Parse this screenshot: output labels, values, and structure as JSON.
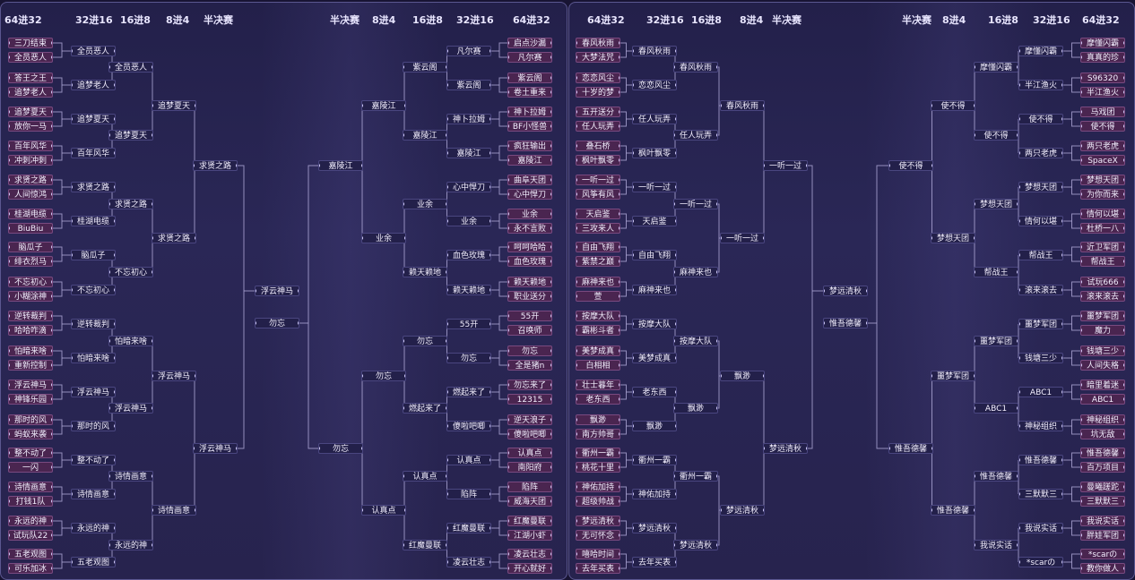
{
  "rounds": [
    "64进32",
    "32进16",
    "16进8",
    "8进4",
    "半决赛",
    "半决赛",
    "8进4",
    "16进8",
    "32进16",
    "64进32"
  ],
  "panels": [
    {
      "left": {
        "r64": [
          "三刀结束",
          "全员恶人",
          "答王之王",
          "追梦老人",
          "追梦夏天",
          "放你一马",
          "百年风华",
          "冲刺冲刺",
          "求贤之路",
          "人间惊鸿",
          "桂湖电缆",
          "BiuBiu",
          "脑瓜子",
          "绯衣烈马",
          "不忘初心",
          "小糊涂神",
          "逆转裁判",
          "哈哈咋滴",
          "怕暗来啥",
          "重新控制",
          "浮云神马",
          "神锋乐园",
          "那时的风",
          "蚂蚁来袭",
          "整不动了",
          "一闪",
          "诗情画意",
          "打钱1队",
          "永远的神",
          "试玩队22",
          "五老观图",
          "可乐加冰"
        ],
        "r32": [
          "全员恶人",
          "追梦老人",
          "追梦夏天",
          "百年风华",
          "求贤之路",
          "桂湖电缆",
          "脑瓜子",
          "不忘初心",
          "逆转裁判",
          "怕暗来啥",
          "浮云神马",
          "那时的风",
          "整不动了",
          "诗情画意",
          "永远的神",
          "五老观图"
        ],
        "r16": [
          "全员恶人",
          "追梦夏天",
          "求贤之路",
          "不忘初心",
          "怕暗来啥",
          "浮云神马",
          "诗情画意",
          "永远的神"
        ],
        "r8": [
          "追梦夏天",
          "求贤之路",
          "浮云神马",
          "诗情画意"
        ],
        "r4": [
          "求贤之路",
          "浮云神马"
        ],
        "sf": [
          "浮云神马",
          "勿忘"
        ]
      },
      "right": {
        "r64": [
          "启点沙漏",
          "凡尔赛",
          "紫云阁",
          "卷土重来",
          "神卜拉姆",
          "BF小怪兽",
          "疯狂输出",
          "嘉陵江",
          "曲阜天团",
          "心中悍刀",
          "业余",
          "永不言败",
          "呵呵哈哈",
          "血色玫瑰",
          "赖天赖地",
          "职业送分",
          "55开",
          "召唤师",
          "勿忘",
          "全是猪n",
          "勿忘来了",
          "12315",
          "逆天浪子",
          "傻啦吧唧",
          "认真点",
          "南阳府",
          "陷阵",
          "威海天团",
          "红魔曼联",
          "江湖小虾",
          "凌云壮志",
          "开心就好"
        ],
        "r32": [
          "凡尔赛",
          "紫云阁",
          "神卜拉姆",
          "嘉陵江",
          "心中悍刀",
          "业余",
          "血色玫瑰",
          "赖天赖地",
          "55开",
          "勿忘",
          "燃起来了",
          "傻啦吧唧",
          "认真点",
          "陷阵",
          "红魔曼联",
          "凌云壮志"
        ],
        "r16": [
          "紫云阁",
          "嘉陵江",
          "业余",
          "赖天赖地",
          "勿忘",
          "燃起来了",
          "认真点",
          "红魔曼联"
        ],
        "r8": [
          "嘉陵江",
          "业余",
          "勿忘",
          "认真点"
        ],
        "r4": [
          "嘉陵江",
          "勿忘"
        ]
      }
    },
    {
      "left": {
        "r64": [
          "春风秋雨",
          "大梦法咒",
          "恋恋风尘",
          "十岁的梦",
          "五开送分",
          "任人玩弄",
          "叠石桥",
          "枫叶飘零",
          "一听一过",
          "风筝有风",
          "天启鉴",
          "三攻来人",
          "自由飞翔",
          "紫禁之巅",
          "麻神来也",
          "萱",
          "按摩大队",
          "霸彬斗者",
          "美梦成真",
          "白相相",
          "壮士暮年",
          "老东西",
          "飘渺",
          "南方帅哥",
          "衢州一霸",
          "桃花十里",
          "神佑加持",
          "超级帅战",
          "梦远清秋",
          "无可怀念",
          "嘻哈时间",
          "去年买表"
        ],
        "r32": [
          "春风秋雨",
          "恋恋风尘",
          "任人玩弄",
          "枫叶飘零",
          "一听一过",
          "天启鉴",
          "自由飞翔",
          "麻神来也",
          "按摩大队",
          "美梦成真",
          "老东西",
          "飘渺",
          "衢州一霸",
          "神佑加持",
          "梦远清秋",
          "去年买表"
        ],
        "r16": [
          "春风秋雨",
          "任人玩弄",
          "一听一过",
          "麻神来也",
          "按摩大队",
          "飘渺",
          "衢州一霸",
          "梦远清秋"
        ],
        "r8": [
          "春风秋雨",
          "一听一过",
          "飘渺",
          "梦远清秋"
        ],
        "r4": [
          "一听一过",
          "梦远清秋"
        ],
        "sf": [
          "梦远清秋",
          "惟吾德馨"
        ]
      },
      "right": {
        "r64": [
          "摩懂闪霸",
          "真真的珍",
          "S96320",
          "半江渔火",
          "马戏团",
          "使不得",
          "两只老虎",
          "SpaceX",
          "梦想天团",
          "为你而来",
          "情何以堪",
          "杜桥一八",
          "近卫军团",
          "帮战王",
          "试玩666",
          "滚来滚去",
          "噩梦军团",
          "魔力",
          "钱塘三少",
          "人间失格",
          "暗里着迷",
          "ABC1",
          "神秘组织",
          "坑无敌",
          "惟吾德馨",
          "百万项目",
          "曼曦蹉跎",
          "三默默三",
          "我说实话",
          "胖娃军团",
          "*scarの",
          "教你做人"
        ],
        "r32": [
          "摩懂闪霸",
          "半江渔火",
          "使不得",
          "两只老虎",
          "梦想天团",
          "情何以堪",
          "帮战王",
          "滚来滚去",
          "噩梦军团",
          "钱塘三少",
          "ABC1",
          "神秘组织",
          "惟吾德馨",
          "三默默三",
          "我说实话",
          "*scarの"
        ],
        "r16": [
          "摩懂闪霸",
          "使不得",
          "梦想天团",
          "帮战王",
          "噩梦军团",
          "ABC1",
          "惟吾德馨",
          "我说实话"
        ],
        "r8": [
          "使不得",
          "梦想天团",
          "噩梦军团",
          "惟吾德馨"
        ],
        "r4": [
          "使不得",
          "惟吾德馨"
        ]
      }
    }
  ]
}
